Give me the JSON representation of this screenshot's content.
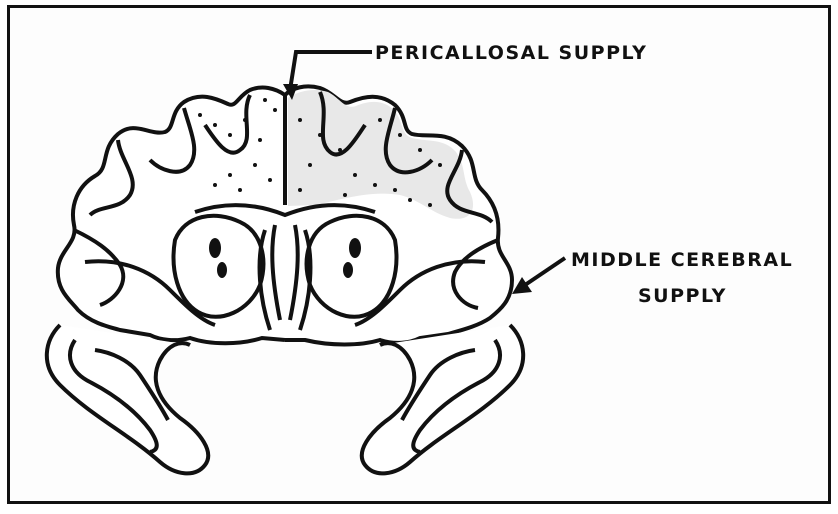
{
  "labels": {
    "pericallosal": "PERICALLOSAL SUPPLY",
    "middle_cerebral_line1": "MIDDLE CEREBRAL",
    "middle_cerebral_line2": "SUPPLY"
  },
  "colors": {
    "ink": "#111111",
    "shaded_supply": "#e8e8e8",
    "background": "#ffffff"
  }
}
